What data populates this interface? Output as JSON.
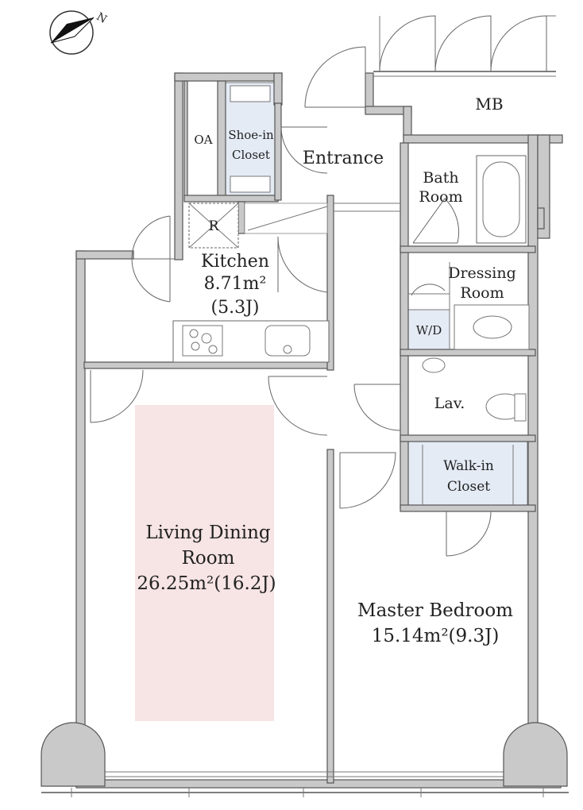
{
  "rooms": {
    "living": {
      "name_line1": "Living Dining",
      "name_line2": "Room",
      "area": "26.25m²(16.2J)"
    },
    "master": {
      "name": "Master Bedroom",
      "area": "15.14m²(9.3J)"
    },
    "kitchen": {
      "name": "Kitchen",
      "area": "8.71m²",
      "tatami": "(5.3J)"
    },
    "entrance": {
      "name": "Entrance"
    },
    "bath": {
      "line1": "Bath",
      "line2": "Room"
    },
    "dressing": {
      "line1": "Dressing",
      "line2": "Room"
    },
    "wd": {
      "name": "W/D"
    },
    "lav": {
      "name": "Lav."
    },
    "walkin": {
      "line1": "Walk-in",
      "line2": "Closet"
    },
    "shoein": {
      "line1": "Shoe-in",
      "line2": "Closet"
    },
    "oa": {
      "name": "OA"
    },
    "fridge": {
      "name": "R"
    },
    "mb": {
      "name": "MB"
    }
  },
  "compass": {
    "letter": "N",
    "icon": "north-arrow-icon"
  },
  "colors": {
    "living_highlight": "#f7e4e4",
    "closet_fill": "#e4ebf5",
    "wall_fill": "#c9c9c9"
  }
}
